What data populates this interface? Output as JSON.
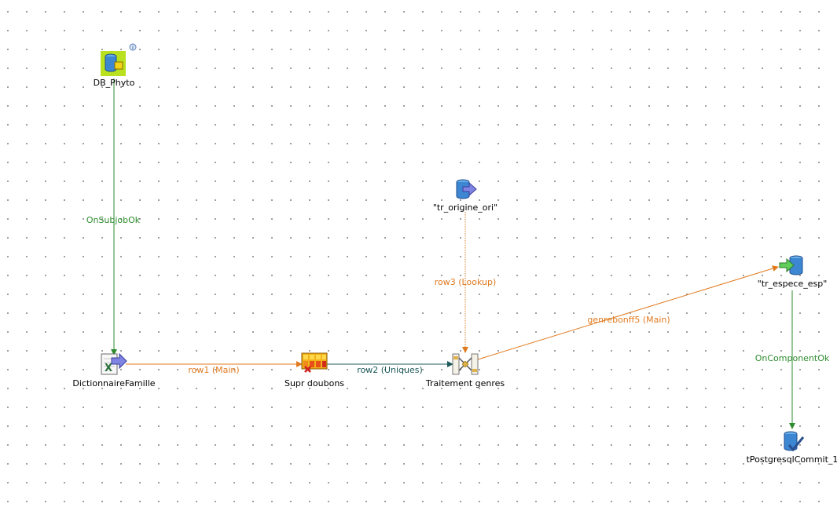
{
  "components": [
    {
      "id": "db_phyto",
      "label": "DB_Phyto",
      "icon": "db-connection-icon",
      "badge": "i"
    },
    {
      "id": "dictionnaire",
      "label": "DictionnaireFamille",
      "icon": "excel-input-icon"
    },
    {
      "id": "supr",
      "label": "Supr doubons",
      "icon": "unique-row-icon"
    },
    {
      "id": "traitement",
      "label": "Traitement genres",
      "icon": "tmap-icon"
    },
    {
      "id": "origine",
      "label": "\"tr_origine_ori\"",
      "icon": "db-input-icon"
    },
    {
      "id": "espece",
      "label": "\"tr_espece_esp\"",
      "icon": "db-output-icon"
    },
    {
      "id": "commit",
      "label": "tPostgresqlCommit_1",
      "icon": "db-commit-icon"
    }
  ],
  "links": [
    {
      "id": "onsubjob",
      "label": "OnSubjobOk",
      "kind": "trigger",
      "color": "#2e8b2e"
    },
    {
      "id": "row1",
      "label": "row1 (Main)",
      "kind": "main",
      "color": "#e07a1f"
    },
    {
      "id": "row2",
      "label": "row2 (Uniques)",
      "kind": "unique",
      "color": "#1f5b5b"
    },
    {
      "id": "row3",
      "label": "row3 (Lookup)",
      "kind": "lookup",
      "color": "#e07a1f"
    },
    {
      "id": "genrebonff5",
      "label": "genrebonff5 (Main)",
      "kind": "main",
      "color": "#e07a1f"
    },
    {
      "id": "oncomponent",
      "label": "OnComponentOk",
      "kind": "trigger",
      "color": "#2e8b2e"
    }
  ]
}
